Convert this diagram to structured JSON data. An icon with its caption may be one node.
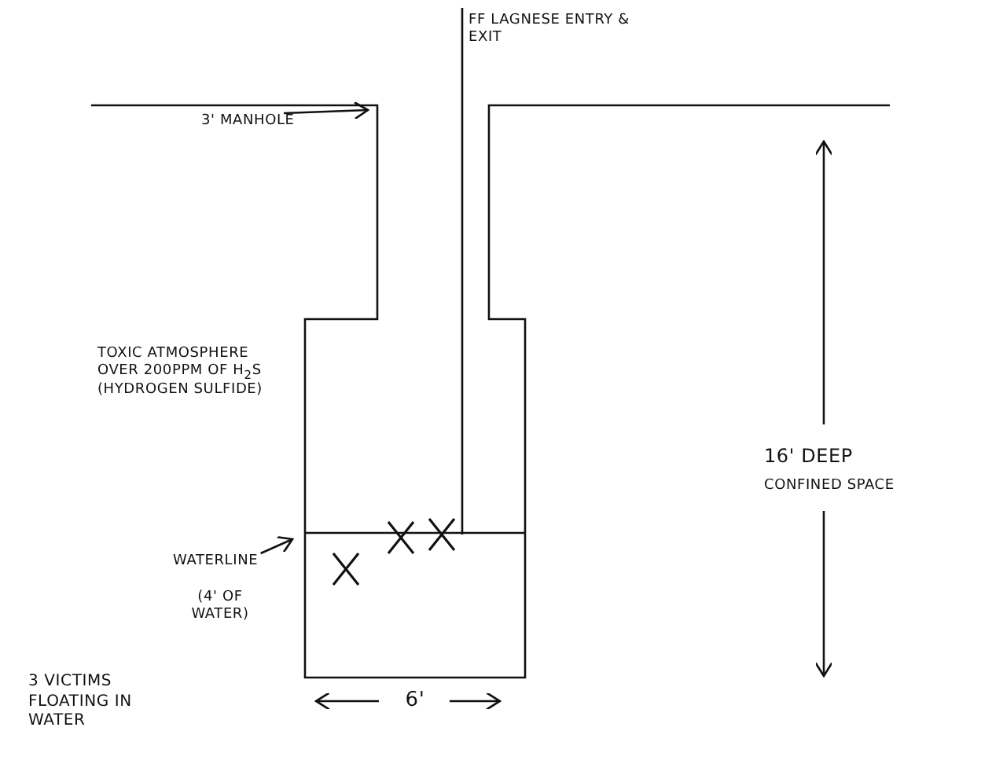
{
  "diagram": {
    "nodes": [
      {
        "text": [
          "3' MANHOLE"
        ]
      },
      {
        "text": [
          "WATERLINE"
        ]
      }
    ],
    "edges": [
      {
        "from": 0,
        "to": null,
        "arrow": "to"
      },
      {
        "from": 1,
        "to": null,
        "arrow": "to"
      }
    ],
    "labels": [
      "FF LAGNESE ENTRY & EXIT",
      "TOXIC ATMOSPHERE OVER 200PPM OF H$_{2}$S (HYDROGEN SULFIDE)",
      "(4' OF WATER)",
      "16' DEEP",
      "CONFINED SPACE",
      "6'",
      "3 VICTIMS FLOATING IN WATER"
    ]
  }
}
